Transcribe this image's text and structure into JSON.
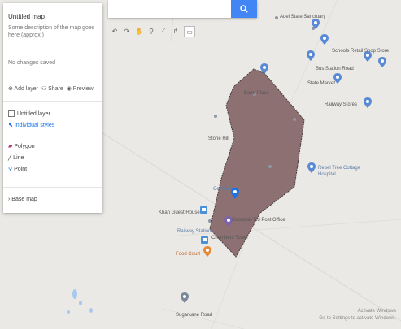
{
  "panel": {
    "title": "Untitled map",
    "description": "Some description of the map goes here (approx.)",
    "shared_note": "No changes saved",
    "actions": [
      "Add layer",
      "Share",
      "Preview"
    ],
    "layer": {
      "name": "Untitled layer",
      "style_link": "Individual styles",
      "items": [
        {
          "label": "Polygon",
          "icon": "polygon-icon",
          "color": "#b43a6e"
        },
        {
          "label": "Line",
          "icon": "line-icon",
          "color": "#333333"
        },
        {
          "label": "Point",
          "icon": "marker-icon",
          "color": "#1a73e8"
        }
      ]
    },
    "base_map": "Base map"
  },
  "map": {
    "polygon_fill": "#7d5c5e",
    "polygon_opacity": 0.8,
    "labels": [
      {
        "text": "Adel State Sanctuary",
        "color": "gray"
      },
      {
        "text": "Schools Retail Shop Store",
        "color": "gray"
      },
      {
        "text": "Bus Station Road",
        "color": "gray"
      },
      {
        "text": "State Market",
        "color": "gray"
      },
      {
        "text": "Baird Place",
        "color": "gray"
      },
      {
        "text": "Railway Stores",
        "color": "gray"
      },
      {
        "text": "Stone Hill",
        "color": "gray"
      },
      {
        "text": "Rebel Tree Cottage",
        "color": "blue"
      },
      {
        "text": "Hospital",
        "color": "blue"
      },
      {
        "text": "Cemetery",
        "color": "blue"
      },
      {
        "text": "Khan Guest House",
        "color": "gray"
      },
      {
        "text": "Goodway Rd Post Office",
        "color": "gray"
      },
      {
        "text": "Chambers Tower",
        "color": "gray"
      },
      {
        "text": "Railway Station",
        "color": "blue"
      },
      {
        "text": "Food Court",
        "color": "orange"
      },
      {
        "text": "Sugarcane Road",
        "color": "gray"
      }
    ],
    "attribution": [
      "Activate Windows",
      "Go to Settings to activate Windows."
    ]
  }
}
